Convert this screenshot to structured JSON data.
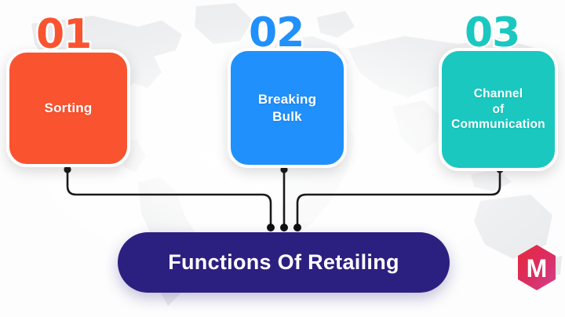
{
  "infographic": {
    "title": "Functions Of Retailing",
    "background": {
      "graphic": "world-map-silhouette",
      "page_color": "#fdfdfd",
      "map_color": "#e9eaec"
    },
    "steps": [
      {
        "number": "01",
        "label": "Sorting",
        "color": "#FA5330",
        "number_color": "#FA5330"
      },
      {
        "number": "02",
        "label": "Breaking\nBulk",
        "label_lines": [
          "Breaking",
          "Bulk"
        ],
        "color": "#2090FC",
        "number_color": "#2090FC"
      },
      {
        "number": "03",
        "label": "Channel\nof\nCommunication",
        "label_lines": [
          "Channel",
          "of",
          "Communication"
        ],
        "color": "#1AC8C0",
        "number_color": "#1AC8C0"
      }
    ],
    "result": {
      "label": "Functions Of Retailing",
      "color": "#2B2080",
      "text_color": "#ffffff"
    },
    "connectors": {
      "line_color": "#1a1a1a",
      "dot_color": "#111111",
      "endpoint_dots": 3
    },
    "brand": {
      "name": "marketing91-logo",
      "letter": "M",
      "shape": "hexagon",
      "gradient_from": "#E8263C",
      "gradient_to": "#D2418E"
    }
  }
}
